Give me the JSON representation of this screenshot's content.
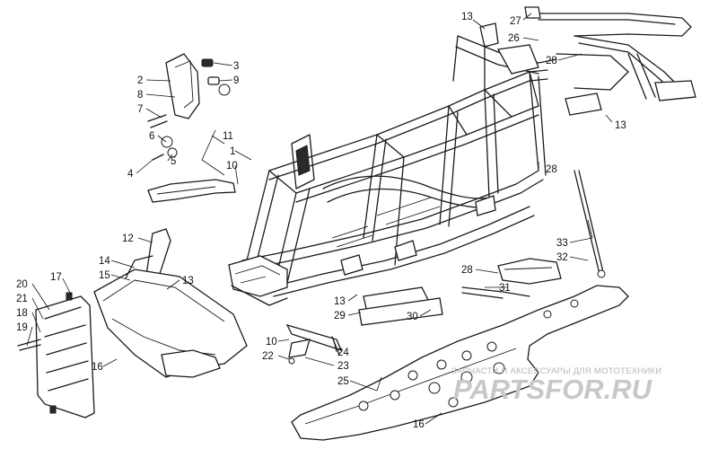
{
  "watermark": {
    "caption": "ЗАПЧАСТИ И АКСЕССУАРЫ ДЛЯ МОТОТЕХНИКИ",
    "logo": "PARTSFOR.RU"
  },
  "callouts": [
    {
      "id": "c13a",
      "text": "13"
    },
    {
      "id": "c27",
      "text": "27"
    },
    {
      "id": "c26",
      "text": "26"
    },
    {
      "id": "c28a",
      "text": "28"
    },
    {
      "id": "c13b",
      "text": "13"
    },
    {
      "id": "c2",
      "text": "2"
    },
    {
      "id": "c8",
      "text": "8"
    },
    {
      "id": "c3",
      "text": "3"
    },
    {
      "id": "c9",
      "text": "9"
    },
    {
      "id": "c7",
      "text": "7"
    },
    {
      "id": "c6",
      "text": "6"
    },
    {
      "id": "c5",
      "text": "5"
    },
    {
      "id": "c4",
      "text": "4"
    },
    {
      "id": "c11",
      "text": "11"
    },
    {
      "id": "c1",
      "text": "1"
    },
    {
      "id": "c10a",
      "text": "10"
    },
    {
      "id": "c28b",
      "text": "28"
    },
    {
      "id": "c12",
      "text": "12"
    },
    {
      "id": "c14",
      "text": "14"
    },
    {
      "id": "c15",
      "text": "15"
    },
    {
      "id": "c13c",
      "text": "13"
    },
    {
      "id": "c17",
      "text": "17"
    },
    {
      "id": "c20",
      "text": "20"
    },
    {
      "id": "c21",
      "text": "21"
    },
    {
      "id": "c18",
      "text": "18"
    },
    {
      "id": "c19",
      "text": "19"
    },
    {
      "id": "c16a",
      "text": "16"
    },
    {
      "id": "c33",
      "text": "33"
    },
    {
      "id": "c32",
      "text": "32"
    },
    {
      "id": "c28c",
      "text": "28"
    },
    {
      "id": "c31",
      "text": "31"
    },
    {
      "id": "c13d",
      "text": "13"
    },
    {
      "id": "c29",
      "text": "29"
    },
    {
      "id": "c30",
      "text": "30"
    },
    {
      "id": "c10b",
      "text": "10"
    },
    {
      "id": "c22",
      "text": "22"
    },
    {
      "id": "c24",
      "text": "24"
    },
    {
      "id": "c23",
      "text": "23"
    },
    {
      "id": "c25",
      "text": "25"
    },
    {
      "id": "c16b",
      "text": "16"
    }
  ]
}
